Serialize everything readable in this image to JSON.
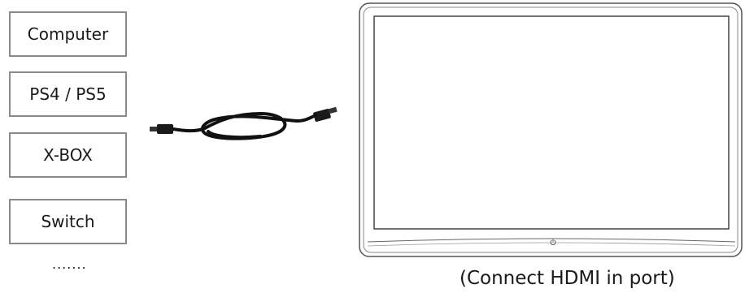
{
  "devices": [
    {
      "label": "Computer"
    },
    {
      "label": "PS4 / PS5"
    },
    {
      "label": "X-BOX"
    },
    {
      "label": "Switch"
    }
  ],
  "more_label": ".......",
  "caption": "(Connect HDMI in port)",
  "icons": {
    "cable": "hdmi-cable-icon",
    "monitor": "portable-monitor-icon",
    "power": "power-icon"
  }
}
